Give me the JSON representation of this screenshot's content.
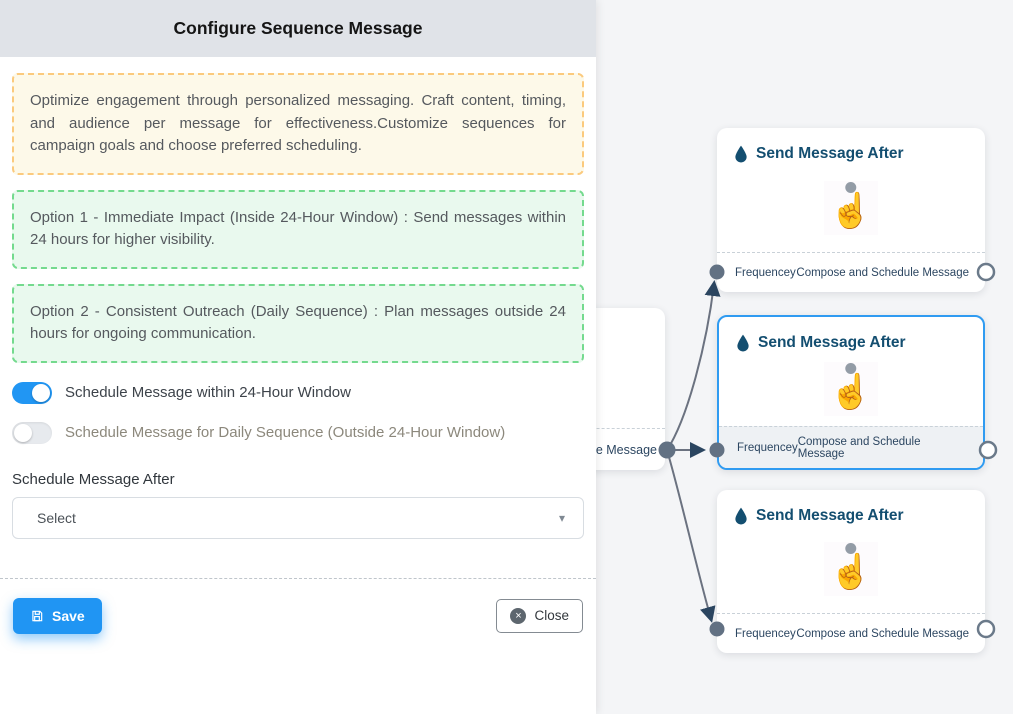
{
  "panel": {
    "title": "Configure Sequence Message",
    "info_note": "Optimize engagement through personalized messaging. Craft content, timing, and audience per message for effectiveness.Customize sequences for campaign goals and choose preferred scheduling.",
    "option1_note": "Option 1 - Immediate Impact (Inside 24-Hour Window) : Send messages within 24 hours for higher visibility.",
    "option2_note": "Option 2 - Consistent Outreach (Daily Sequence) : Plan messages outside 24 hours for ongoing communication.",
    "toggle_within_24h": {
      "label": "Schedule Message within 24-Hour Window",
      "on": true
    },
    "toggle_daily": {
      "label": "Schedule Message for Daily Sequence (Outside 24-Hour Window)",
      "on": false
    },
    "schedule_after": {
      "label": "Schedule Message After",
      "selected_value": "Select"
    },
    "save_label": "Save",
    "close_label": "Close"
  },
  "canvas": {
    "partial_node": {
      "footer_text": "ce Message"
    },
    "nodes": [
      {
        "title": "Send Message After",
        "footer_left": "Frequencey",
        "footer_right": "Compose and Schedule Message",
        "selected": false
      },
      {
        "title": "Send Message After",
        "footer_left": "Frequencey",
        "footer_right": "Compose and Schedule Message",
        "selected": true
      },
      {
        "title": "Send Message After",
        "footer_left": "Frequencey",
        "footer_right": "Compose and Schedule Message",
        "selected": false
      }
    ]
  },
  "icons": {
    "hand_pointer": "☝",
    "caret_down": "▾",
    "close_x": "×"
  },
  "colors": {
    "accent_blue": "#2196f3",
    "selected_node_border": "#2f9bf1",
    "node_title_navy": "#134e70",
    "edge_gray": "#6b7280",
    "arrowhead_navy": "#2b4560",
    "warning_border": "#fbca7d",
    "warning_bg": "#fdf9e9",
    "success_border": "#74da8e",
    "success_bg": "#e9f9ee",
    "panel_header_bg": "#e0e3e8",
    "canvas_bg": "#f4f5f7"
  }
}
